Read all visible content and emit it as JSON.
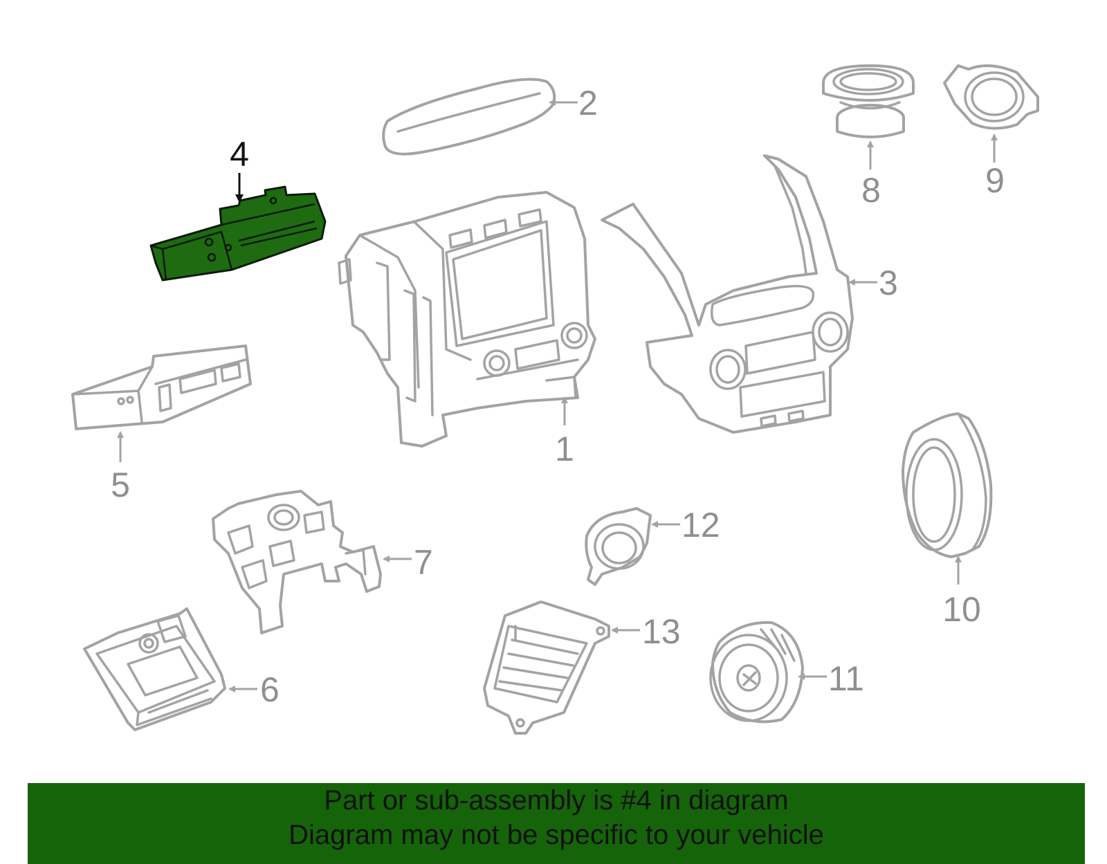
{
  "diagram": {
    "highlighted_part": "4",
    "callouts": [
      "1",
      "2",
      "3",
      "4",
      "5",
      "6",
      "7",
      "8",
      "9",
      "10",
      "11",
      "12",
      "13"
    ]
  },
  "banner": {
    "line1": "Part or sub-assembly is #4 in diagram",
    "line2": "Diagram may not be specific to your vehicle"
  },
  "colors": {
    "highlight_fill": "#1e6b12",
    "banner_bg": "#156409",
    "part_stroke": "#a3a3a3",
    "callout_text": "#8f8f8f"
  }
}
